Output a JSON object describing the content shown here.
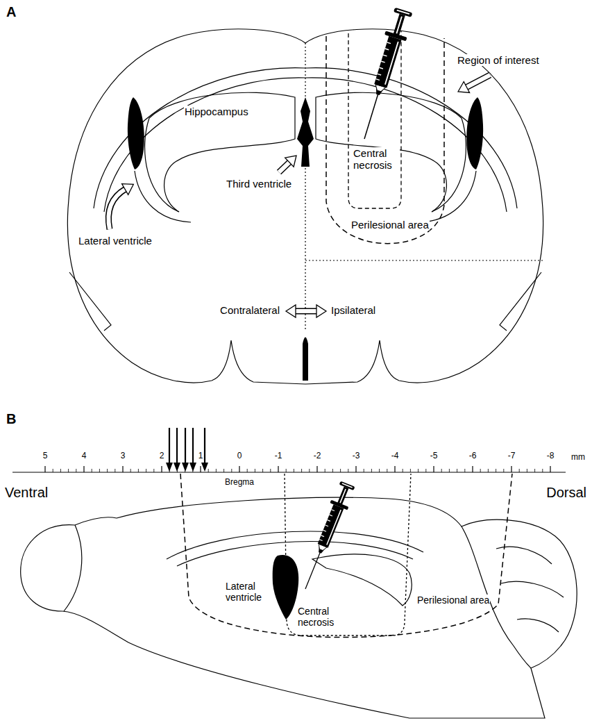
{
  "diagram": {
    "labels": [
      "A",
      "Region of interest",
      "Hippocampus",
      "Central necrosis",
      "Third ventricle",
      "Perilesional area",
      "Lateral ventricle",
      "Contralateral",
      "Ipsilateral",
      "B",
      "5",
      "4",
      "3",
      "2",
      "1",
      "0",
      "Bregma",
      "-1",
      "-2",
      "-3",
      "-4",
      "-5",
      "-6",
      "-7",
      "-8",
      "mm",
      "Ventral",
      "Dorsal",
      "Lateral ventricle",
      "Central necrosis",
      "Perilesional area"
    ]
  }
}
